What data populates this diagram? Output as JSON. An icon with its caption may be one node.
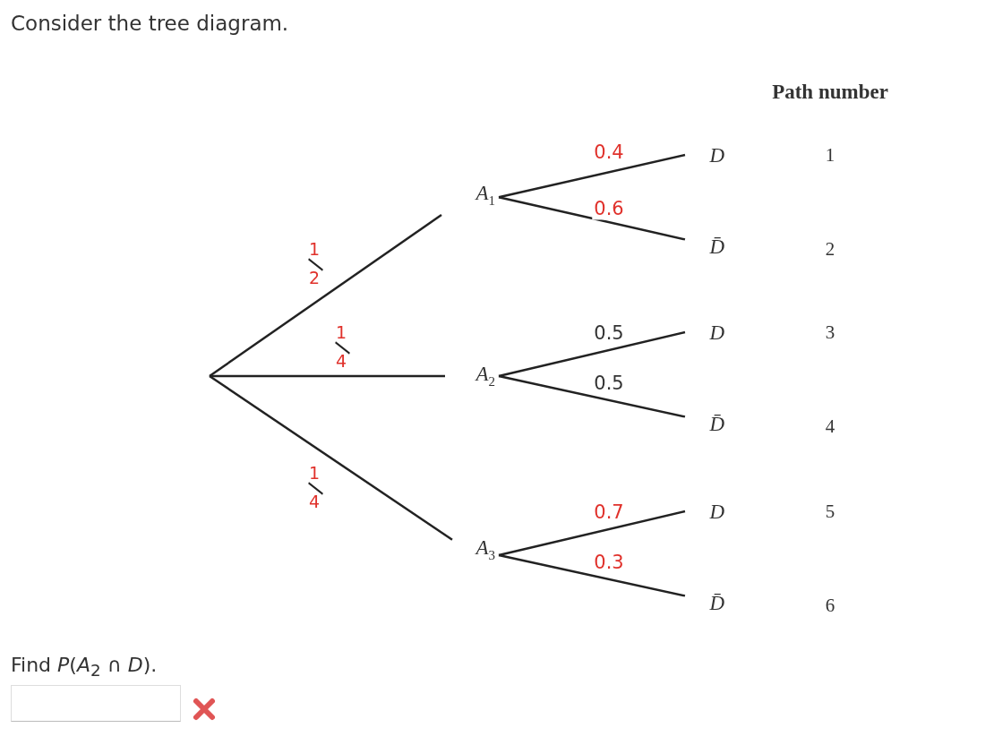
{
  "diagram": {
    "title": "Consider the tree diagram.",
    "nodes": [
      {
        "text": [
          "A$_{1}$"
        ]
      },
      {
        "text": [
          "D"
        ]
      },
      {
        "text": [
          "D̄"
        ]
      },
      {
        "text": [
          "A$_{2}$"
        ]
      },
      {
        "text": [
          "D"
        ]
      },
      {
        "text": [
          "D̄"
        ]
      },
      {
        "text": [
          "A$_{3}$"
        ]
      },
      {
        "text": [
          "D"
        ]
      },
      {
        "text": [
          "D̄"
        ]
      }
    ],
    "edges": [
      {
        "from": null,
        "to": 0,
        "arrow": "none",
        "label": "1/2"
      },
      {
        "from": null,
        "to": 3,
        "arrow": "none",
        "label": "1/4"
      },
      {
        "from": null,
        "to": 6,
        "arrow": "none",
        "label": "1/4"
      },
      {
        "from": 0,
        "to": 1,
        "arrow": "none",
        "label": "0.4"
      },
      {
        "from": 0,
        "to": 2,
        "arrow": "none",
        "label": "0.6"
      },
      {
        "from": 3,
        "to": 4,
        "arrow": "none",
        "label": "0.5"
      },
      {
        "from": 3,
        "to": 5,
        "arrow": "none",
        "label": "0.5"
      },
      {
        "from": 6,
        "to": 7,
        "arrow": "none",
        "label": "0.7"
      },
      {
        "from": 6,
        "to": 8,
        "arrow": "none",
        "label": "0.3"
      }
    ],
    "labels": [
      "Path number",
      "1",
      "2",
      "3",
      "4",
      "5",
      "6",
      "Find *P*(*A*$_{2}$ ∩ *D*)."
    ]
  }
}
